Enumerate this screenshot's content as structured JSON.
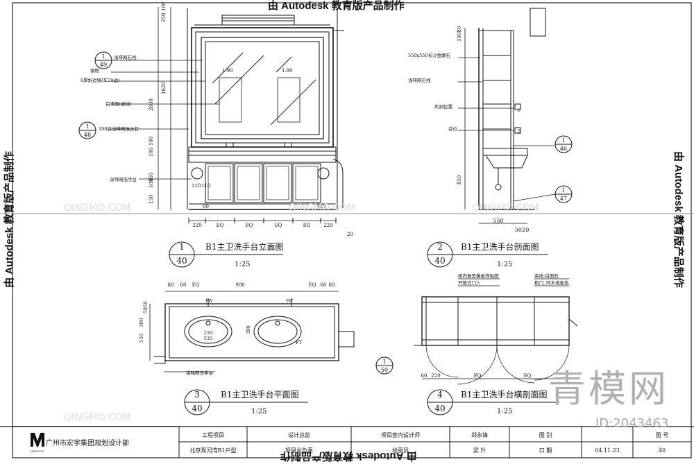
{
  "watermark_autodesk": "由 Autodesk 教育版产品制作",
  "site_watermark": {
    "cn": "青模网",
    "id": "ID:2043463",
    "latin": "QINGMO.COM"
  },
  "views": [
    {
      "num": "1",
      "sheet": "40",
      "title": "B1主卫洗手台立面图",
      "scale": "1:25"
    },
    {
      "num": "2",
      "sheet": "40",
      "title": "B1主卫洗手台剖面图",
      "scale": "1:25"
    },
    {
      "num": "3",
      "sheet": "40",
      "title": "B1主卫洗手台平面图",
      "scale": "1:25"
    },
    {
      "num": "4",
      "sheet": "40",
      "title": "B1主卫洗手台横剖面图",
      "scale": "1:25"
    }
  ],
  "callouts": [
    {
      "num": "1",
      "sheet": "49"
    },
    {
      "num": "1",
      "sheet": "48"
    },
    {
      "num": "1",
      "sheet": "46"
    },
    {
      "num": "1",
      "sheet": "47"
    },
    {
      "num": "1",
      "sheet": "50"
    }
  ],
  "elevation_labels": [
    "浅啡网石线",
    "镜框",
    "6厚斜边镜(车20边)",
    "白漆面(虚线)",
    "100高浅啡网挡水石",
    "深啡网洗手台"
  ],
  "elevation_dims_left": [
    "100",
    "250",
    "1620",
    "2800",
    "100",
    "100",
    "850",
    "610",
    "150"
  ],
  "elevation_dims_bottom": [
    "220",
    "EQ",
    "EQ",
    "EQ",
    "EQ",
    "220"
  ],
  "elevation_marks": [
    "1.90",
    "1.90",
    "110",
    "110",
    "60",
    "120",
    "20"
  ],
  "section_labels": [
    "550x550长沙金磨石",
    "浅啡网石线",
    "风洞位置",
    "芬位"
  ],
  "section_dims_left": [
    "10080",
    "850"
  ],
  "section_dims_bottom": [
    "550",
    "5020"
  ],
  "section_tags": [
    "1",
    "2"
  ],
  "plan_dims_top": [
    "80",
    "60",
    "EQ",
    "900",
    "EQ",
    "60",
    "80"
  ],
  "plan_dims_left": [
    "5050",
    "300",
    "550"
  ],
  "plan_labels": [
    "FW",
    "FW",
    "FT",
    "深啡网洗手台"
  ],
  "plan_sink": [
    "250",
    "535",
    "380"
  ],
  "xsection_labels": [
    "柜内做黑橡板饰贴面",
    "开放式门入",
    "夹线:白面石",
    "柜门, 同木地板色"
  ],
  "xsection_dims_bottom": [
    "60",
    "220",
    "EQ",
    "EQ"
  ],
  "titleblock": {
    "company": "广州市宏宇集团规划设计部",
    "logo_text": "HONG YU",
    "headers": [
      "工程项目",
      "设计总监",
      "项目室内设计师",
      "郑永锋",
      "图 别",
      "图 号"
    ],
    "values": [
      "北京现河湾B1户型",
      "项目总负责",
      "绘图员",
      "梁 升",
      "口 期",
      "04.11.23",
      "40"
    ]
  }
}
